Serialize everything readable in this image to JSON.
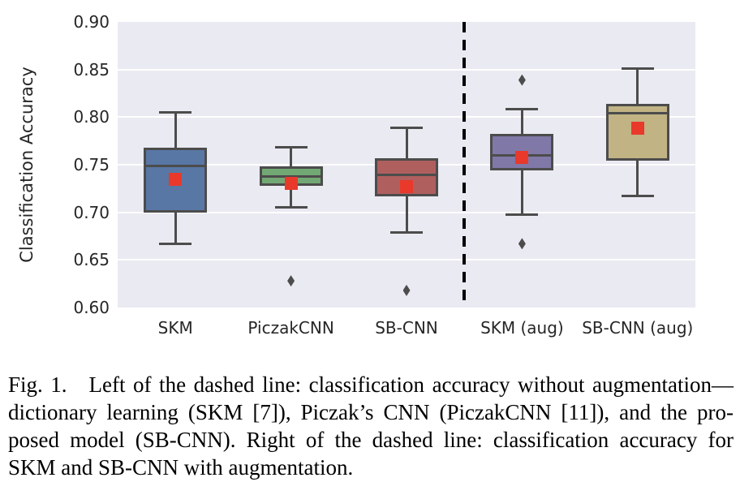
{
  "figure": {
    "caption_lines": [
      "Fig. 1.  Left of the dashed line: classification accuracy without augmentation—",
      "dictionary learning (SKM [7]), Piczak’s CNN (PiczakCNN [11]), and the pro-",
      "posed model (SB-CNN). Right of the dashed line: classification accuracy for",
      "SKM and SB-CNN with augmentation."
    ]
  },
  "chart_data": {
    "type": "box",
    "title": "",
    "xlabel": "",
    "ylabel": "Classification Accuracy",
    "ylim": [
      0.6,
      0.9
    ],
    "yticks": [
      0.9,
      0.85,
      0.8,
      0.75,
      0.7,
      0.65,
      0.6
    ],
    "grid": true,
    "legend": false,
    "plot_background": "#eaeaf2",
    "grid_color": "#ffffff",
    "box_edge_color": "#4c4c4c",
    "mean_marker_color": "#e8392b",
    "flier_color": "#4c4c4c",
    "separator_line": {
      "after_category_index": 2,
      "style": "dashed",
      "color": "#000000"
    },
    "categories": [
      "SKM",
      "PiczakCNN",
      "SB-CNN",
      "SKM (aug)",
      "SB-CNN (aug)"
    ],
    "series": [
      {
        "label": "SKM",
        "fill": "#5877a5",
        "whisker_low": 0.667,
        "q1": 0.7,
        "median": 0.749,
        "q3": 0.768,
        "whisker_high": 0.805,
        "mean": 0.735,
        "outliers": []
      },
      {
        "label": "PiczakCNN",
        "fill": "#72a874",
        "whisker_low": 0.705,
        "q1": 0.728,
        "median": 0.738,
        "q3": 0.748,
        "whisker_high": 0.768,
        "mean": 0.73,
        "outliers": [
          0.628
        ]
      },
      {
        "label": "SB-CNN",
        "fill": "#b05f5f",
        "whisker_low": 0.679,
        "q1": 0.717,
        "median": 0.739,
        "q3": 0.757,
        "whisker_high": 0.789,
        "mean": 0.727,
        "outliers": [
          0.618
        ]
      },
      {
        "label": "SKM (aug)",
        "fill": "#8079a8",
        "whisker_low": 0.698,
        "q1": 0.744,
        "median": 0.76,
        "q3": 0.782,
        "whisker_high": 0.808,
        "mean": 0.758,
        "outliers": [
          0.839,
          0.667
        ]
      },
      {
        "label": "SB-CNN (aug)",
        "fill": "#c1b384",
        "whisker_low": 0.717,
        "q1": 0.754,
        "median": 0.804,
        "q3": 0.814,
        "whisker_high": 0.851,
        "mean": 0.788,
        "outliers": []
      }
    ]
  }
}
